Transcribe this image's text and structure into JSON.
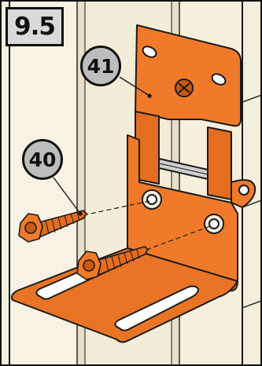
{
  "step_label": "9.5",
  "callouts": {
    "bracket_part": "41",
    "screw_part": "40"
  },
  "colors": {
    "bracket": "#f07a2a",
    "bracket_shade": "#c95a12",
    "outline": "#1a1a1a",
    "callout_fill": "#bdbdbd",
    "step_fill": "#d9d9d9",
    "wall": "#f4eedc"
  }
}
